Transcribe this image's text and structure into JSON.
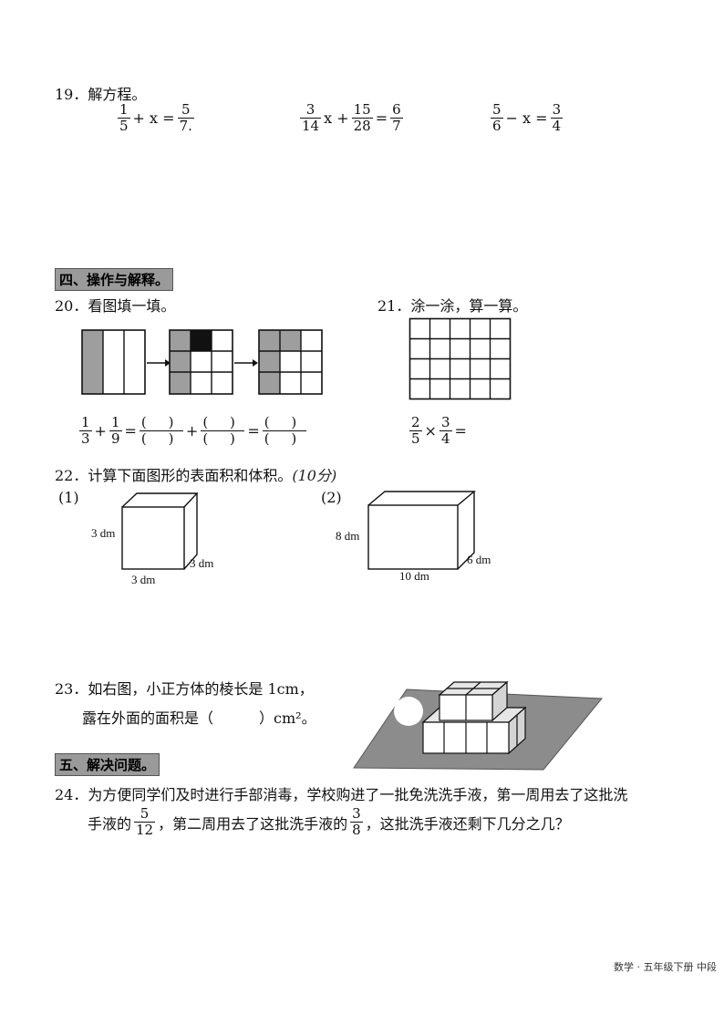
{
  "q19": {
    "title": "19．解方程。",
    "eq1": {
      "a_n": "1",
      "a_d": "5",
      "mid": "+ x =",
      "b_n": "5",
      "b_d": "7."
    },
    "eq2": {
      "a_n": "3",
      "a_d": "14",
      "mid1": "x +",
      "b_n": "15",
      "b_d": "28",
      "mid2": "=",
      "c_n": "6",
      "c_d": "7"
    },
    "eq3": {
      "a_n": "5",
      "a_d": "6",
      "mid": "− x =",
      "b_n": "3",
      "b_d": "4"
    }
  },
  "section4": {
    "title": "四、操作与解释。"
  },
  "q20": {
    "title": "20．看图填一填。",
    "f1_n": "1",
    "f1_d": "3",
    "plus": "+",
    "f2_n": "1",
    "f2_d": "9",
    "eqsign": "="
  },
  "q21": {
    "title": "21．涂一涂，算一算。",
    "f1_n": "2",
    "f1_d": "5",
    "times": "×",
    "f2_n": "3",
    "f2_d": "4",
    "eq": "="
  },
  "q22": {
    "title": "22．计算下面图形的表面积和体积。",
    "note": "(10分)",
    "p1": "(1)",
    "p2": "(2)",
    "cube": {
      "h": "3 dm",
      "d": "3 dm",
      "w": "3 dm"
    },
    "box": {
      "h": "8 dm",
      "d": "6 dm",
      "w": "10 dm"
    }
  },
  "q23": {
    "line1": "23．如右图，小正方体的棱长是 1cm，",
    "line2_a": "露在外面的面积是（",
    "line2_b": "）cm²。"
  },
  "section5": {
    "title": "五、解决问题。"
  },
  "q24": {
    "line1": "24．为方便同学们及时进行手部消毒，学校购进了一批免洗洗手液，第一周用去了这批洗",
    "l2_a": "手液的",
    "f1_n": "5",
    "f1_d": "12",
    "l2_b": "，第二周用去了这批洗手液的",
    "f2_n": "3",
    "f2_d": "8",
    "l2_c": "，这批洗手液还剩下几分之几？"
  },
  "footer": "数学 · 五年级下册 中段"
}
